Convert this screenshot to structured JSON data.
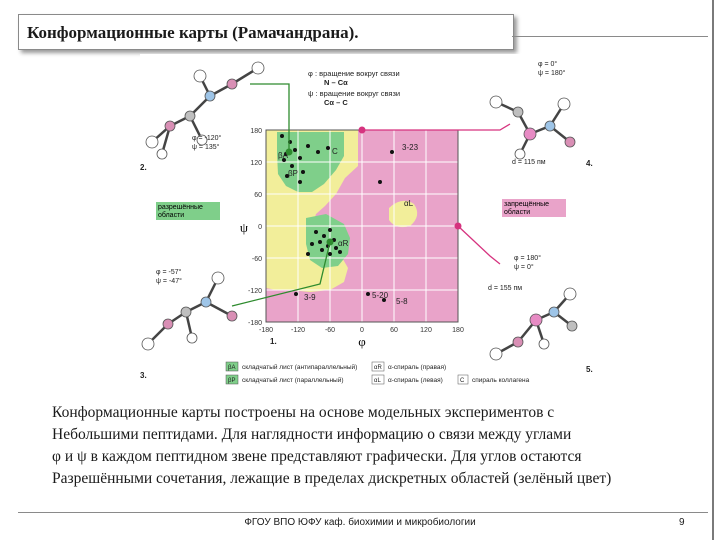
{
  "slide": {
    "title": "Конформационные карты (Рамачандрана).",
    "caption_lines": [
      "Конформационные карты построены на основе модельных экспериментов с",
      "Небольшими пептидами. Для наглядности информацию о связи между углами",
      "φ и ψ в каждом пептидном звене представляют графически. Для углов остаются",
      "Разрешёнными сочетания, лежащие в пределах дискретных областей (зелёный  цвет)"
    ],
    "footer": "ФГОУ ВПО ЮФУ каф. биохимии и микробиологии",
    "page_number": "9"
  },
  "figure": {
    "phi_legend": [
      "φ : вращение вокруг связи",
      "N – Cα"
    ],
    "psi_legend": [
      "ψ : вращение вокруг связи",
      "Cα – C"
    ],
    "axis_x": "φ",
    "axis_y": "ψ",
    "x_ticks": [
      "-180",
      "-120",
      "-60",
      "0",
      "60",
      "120",
      "180"
    ],
    "y_ticks": [
      "180",
      "120",
      "60",
      "0",
      "-60",
      "-120",
      "-180"
    ],
    "region_labels": [
      "βA",
      "βP",
      "C",
      "αL",
      "αR",
      "3-23",
      "3-9",
      "5-20",
      "5-8"
    ],
    "allowed_label": [
      "разрешённые",
      "области"
    ],
    "forbidden_label": [
      "запрещённые",
      "области"
    ],
    "panel_numbers": [
      "1.",
      "2.",
      "3.",
      "4.",
      "5."
    ],
    "angles": {
      "panel2": [
        "φ = -120°",
        "ψ = 135°"
      ],
      "panel3": [
        "φ = -57°",
        "ψ = -47°"
      ],
      "panel4": [
        "φ = 0°",
        "ψ = 180°"
      ],
      "panel5": [
        "φ = 180°",
        "ψ = 0°"
      ]
    },
    "distances": [
      "d = 115 пм",
      "d = 155 пм"
    ],
    "legend_items": [
      {
        "symbol": "βA",
        "text": "складчатый лист (антипараллельный)"
      },
      {
        "symbol": "βP",
        "text": "складчатый лист (параллельный)"
      },
      {
        "symbol": "αR",
        "text": "α-спираль (правая)"
      },
      {
        "symbol": "αL",
        "text": "α-спираль (левая)"
      },
      {
        "symbol": "C",
        "text": "спираль коллагена"
      }
    ],
    "colors": {
      "allowed": "#7fcf8a",
      "yellow": "#f2ee9a",
      "forbidden": "#e9a3c9",
      "grid": "#ffffff",
      "pointer": "#2e8b2e",
      "magenta": "#d6337f"
    }
  }
}
